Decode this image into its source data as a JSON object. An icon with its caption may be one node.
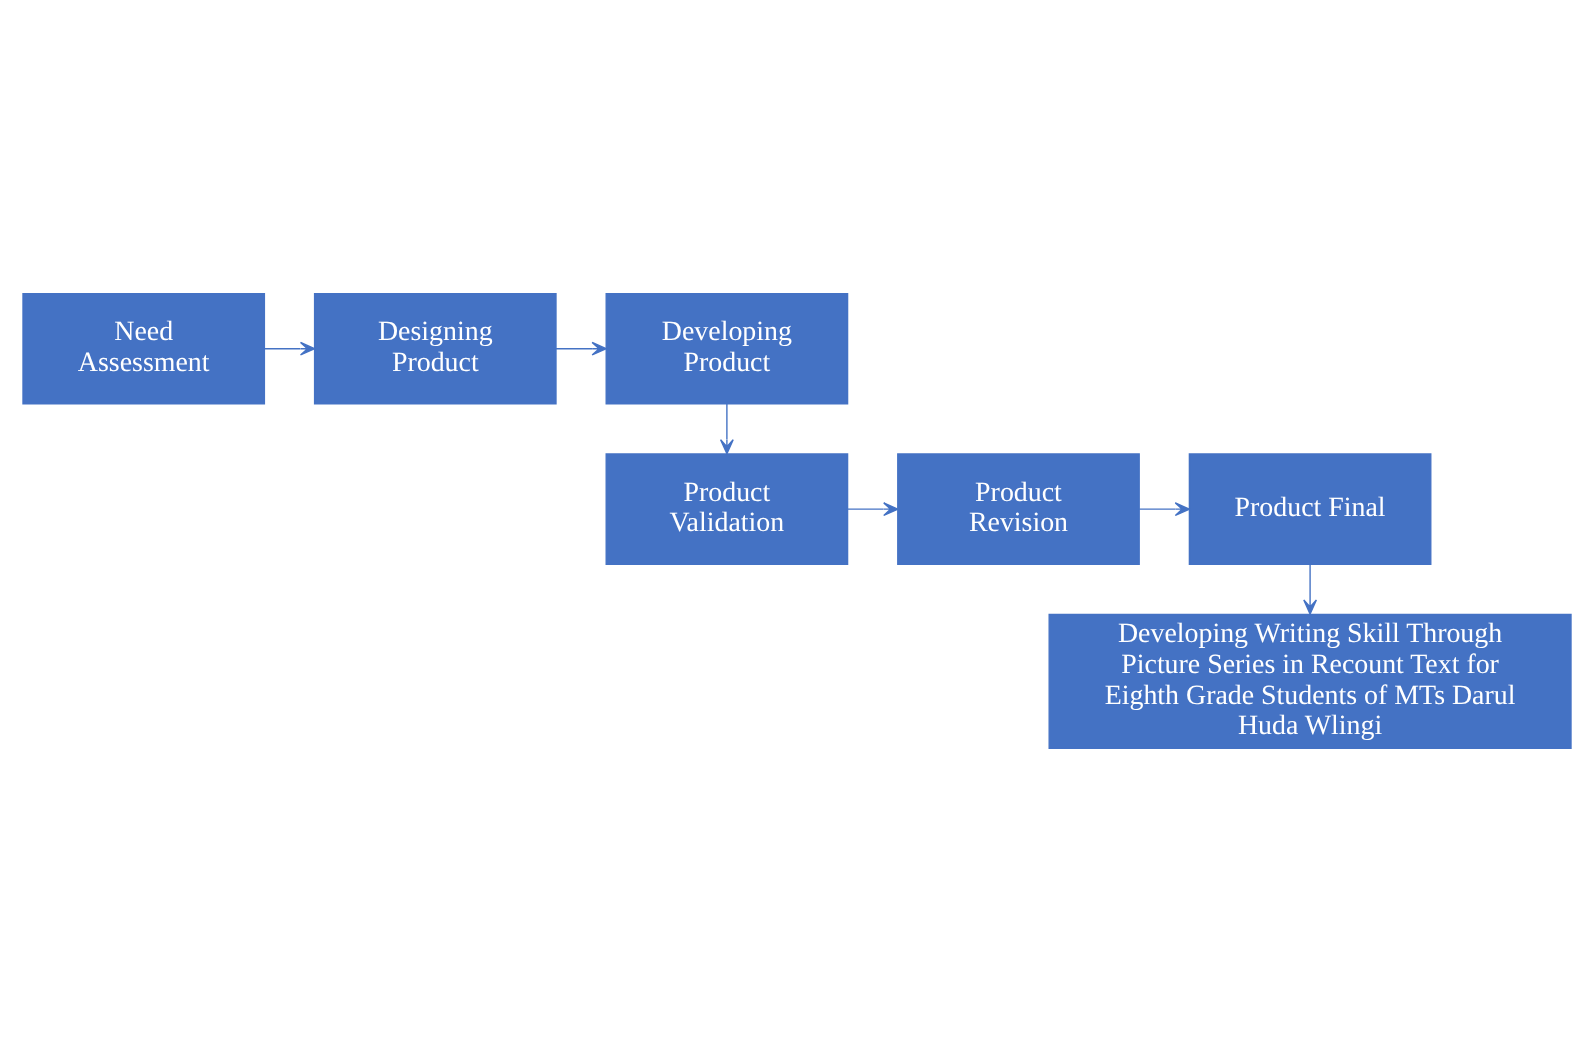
{
  "diagram": {
    "nodes": [
      {
        "text": [
          "Need Assessment"
        ]
      },
      {
        "text": [
          "Designing Product"
        ]
      },
      {
        "text": [
          "Developing Product"
        ]
      },
      {
        "text": [
          "Product Validation"
        ]
      },
      {
        "text": [
          "Product Revision"
        ]
      },
      {
        "text": [
          "Product Final"
        ]
      },
      {
        "text": [
          "Developing Writing Skill Through Picture Series in Recount Text for Eighth Grade Students of MTs Darul Huda Wlingi"
        ]
      }
    ],
    "edges": [
      {
        "from": 0,
        "to": 1,
        "arrow": "to"
      },
      {
        "from": 1,
        "to": 2,
        "arrow": "to"
      },
      {
        "from": 2,
        "to": 3,
        "arrow": "to"
      },
      {
        "from": 3,
        "to": 4,
        "arrow": "to"
      },
      {
        "from": 4,
        "to": 5,
        "arrow": "to"
      },
      {
        "from": 5,
        "to": 6,
        "arrow": "to"
      }
    ]
  }
}
